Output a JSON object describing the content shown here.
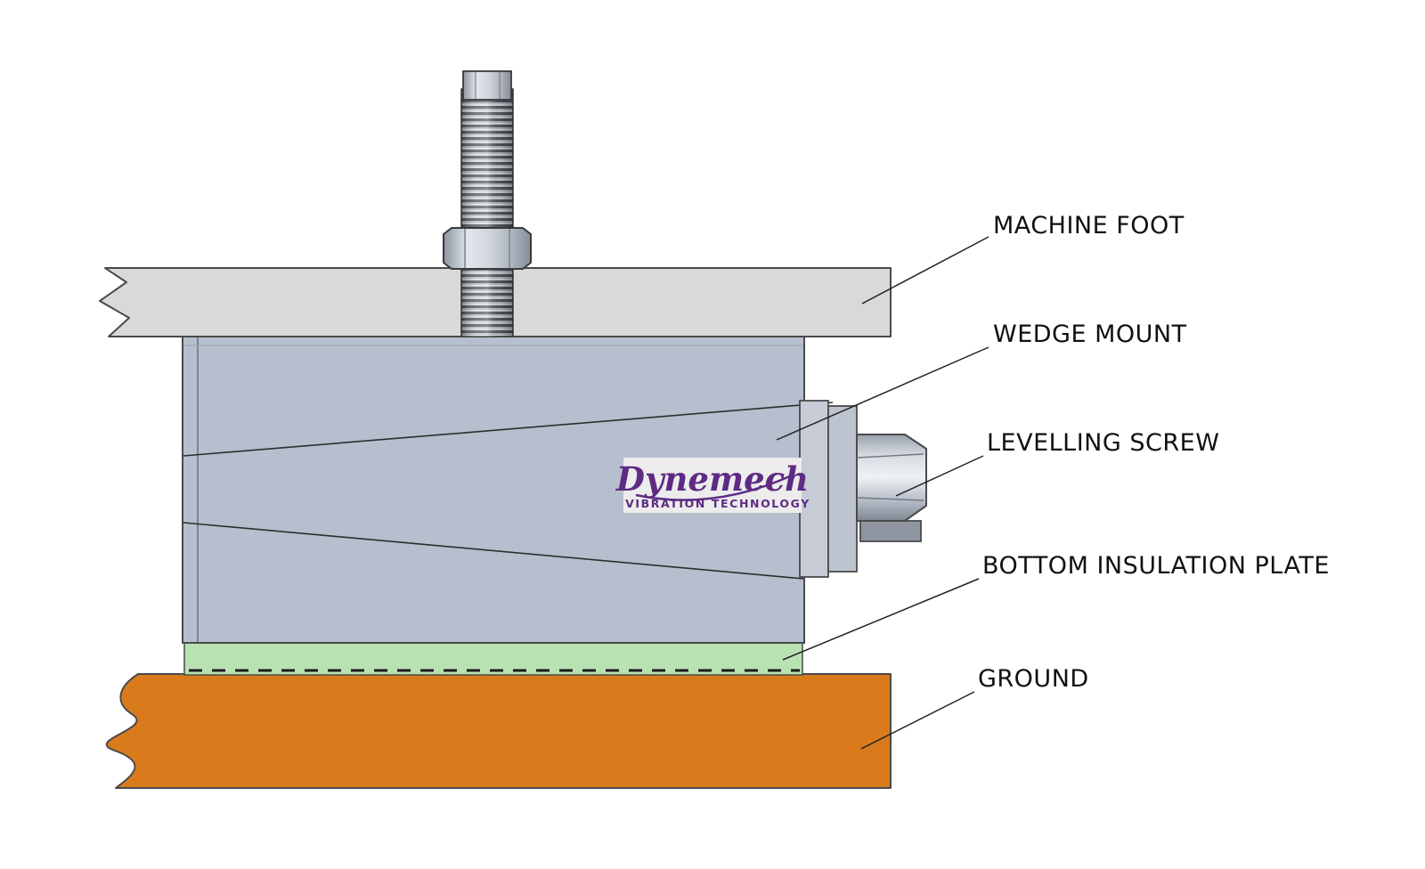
{
  "logo": {
    "brand": "Dynemech",
    "tagline": "VIBRATION TECHNOLOGY",
    "color": "#5e2a84"
  },
  "labels": {
    "machine_foot": "MACHINE FOOT",
    "wedge_mount": "WEDGE MOUNT",
    "levelling_screw": "LEVELLING SCREW",
    "bottom_insulation_plate": "BOTTOM INSULATION PLATE",
    "ground": "GROUND"
  },
  "colors": {
    "machine_foot": "#d9d9d9",
    "wedge_body": "#b7becd",
    "side_plate_outer": "#c6ccd6",
    "side_plate_inner": "#bdc4cf",
    "insulation_plate": "#b9e2b3",
    "ground": "#d97b1d",
    "collar": "#8f96a2",
    "outline": "#4a4a4a",
    "leader": "#222222",
    "logo_bg": "#ececec"
  }
}
